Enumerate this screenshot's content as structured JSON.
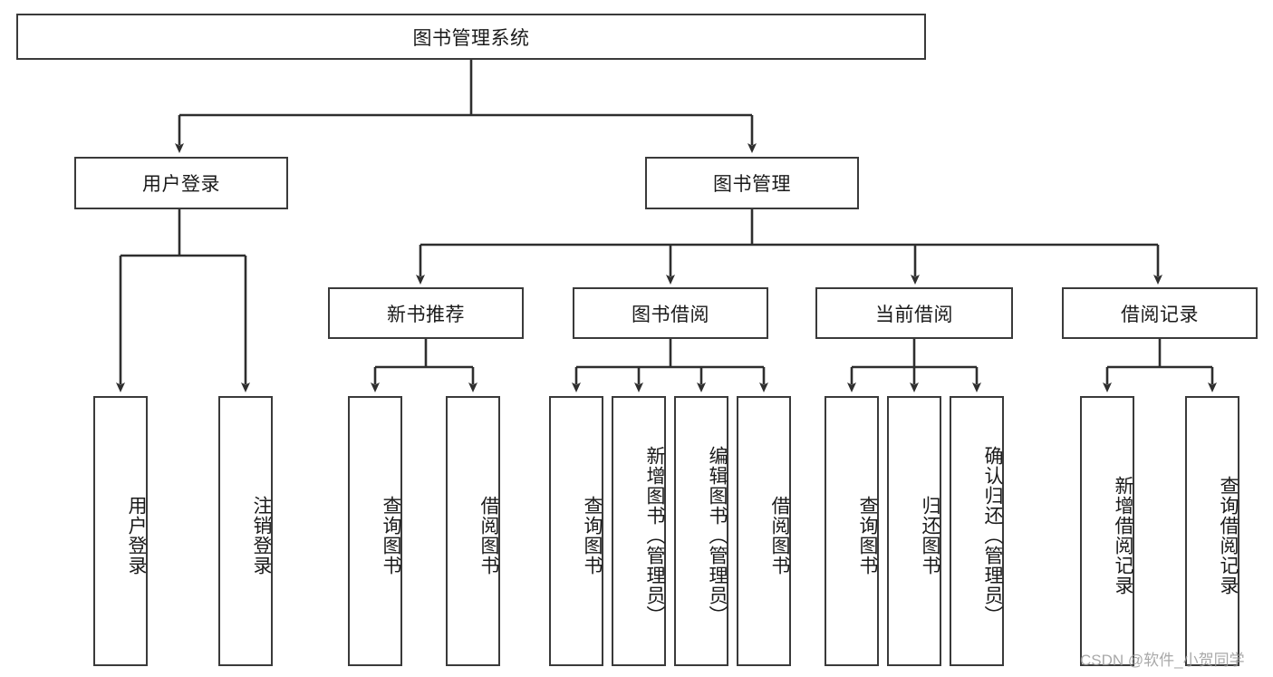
{
  "diagram": {
    "title": "图书管理系统",
    "type": "tree",
    "root": {
      "id": "root",
      "label": "图书管理系统",
      "orientation": "horizontal"
    },
    "level2": [
      {
        "id": "user-login",
        "label": "用户登录",
        "orientation": "horizontal"
      },
      {
        "id": "book-manage",
        "label": "图书管理",
        "orientation": "horizontal"
      }
    ],
    "level3": [
      {
        "id": "new-book-rec",
        "label": "新书推荐",
        "orientation": "horizontal",
        "parent": "book-manage"
      },
      {
        "id": "book-borrow",
        "label": "图书借阅",
        "orientation": "horizontal",
        "parent": "book-manage"
      },
      {
        "id": "current-borrow",
        "label": "当前借阅",
        "orientation": "horizontal",
        "parent": "book-manage"
      },
      {
        "id": "borrow-record",
        "label": "借阅记录",
        "orientation": "horizontal",
        "parent": "book-manage"
      }
    ],
    "leaves": [
      {
        "id": "leaf-user-login",
        "label": "用户登录",
        "orientation": "vertical",
        "parent": "user-login"
      },
      {
        "id": "leaf-user-logout",
        "label": "注销登录",
        "orientation": "vertical",
        "parent": "user-login"
      },
      {
        "id": "leaf-query-book-1",
        "label": "查询图书",
        "orientation": "vertical",
        "parent": "new-book-rec"
      },
      {
        "id": "leaf-borrow-book-1",
        "label": "借阅图书",
        "orientation": "vertical",
        "parent": "new-book-rec"
      },
      {
        "id": "leaf-query-book-2",
        "label": "查询图书",
        "orientation": "vertical",
        "parent": "book-borrow"
      },
      {
        "id": "leaf-add-book",
        "label": "新增图书（管理员）",
        "orientation": "vertical",
        "parent": "book-borrow"
      },
      {
        "id": "leaf-edit-book",
        "label": "编辑图书（管理员）",
        "orientation": "vertical",
        "parent": "book-borrow"
      },
      {
        "id": "leaf-borrow-book-2",
        "label": "借阅图书",
        "orientation": "vertical",
        "parent": "book-borrow"
      },
      {
        "id": "leaf-query-book-3",
        "label": "查询图书",
        "orientation": "vertical",
        "parent": "current-borrow"
      },
      {
        "id": "leaf-return-book",
        "label": "归还图书",
        "orientation": "vertical",
        "parent": "current-borrow"
      },
      {
        "id": "leaf-confirm-return",
        "label": "确认归还（管理员）",
        "orientation": "vertical",
        "parent": "current-borrow"
      },
      {
        "id": "leaf-add-record",
        "label": "新增借阅记录",
        "orientation": "vertical",
        "parent": "borrow-record"
      },
      {
        "id": "leaf-query-record",
        "label": "查询借阅记录",
        "orientation": "vertical",
        "parent": "borrow-record"
      }
    ],
    "colors": {
      "border": "#3a3a3a",
      "text": "#1a1a1a",
      "background": "#ffffff",
      "connector": "#3a3a3a",
      "watermark": "#9a9a9a"
    }
  },
  "watermark": {
    "text": "CSDN @软件_小贺同学"
  }
}
